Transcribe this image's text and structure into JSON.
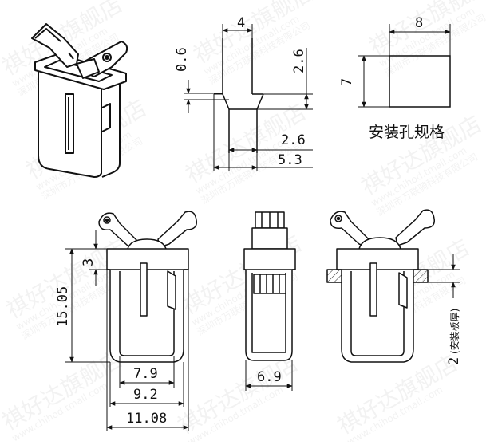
{
  "watermark": {
    "shop": "祺好达旗舰店",
    "url": "www.chihod.tmall.com",
    "company": "深圳市万联骑科技有限公司"
  },
  "hole_spec": {
    "title": "安装孔规格",
    "width": "8",
    "height": "7"
  },
  "top_view": {
    "dims": [
      "4",
      "0.6",
      "2.6",
      "2.6",
      "5.3"
    ]
  },
  "front_view": {
    "dims": [
      "3",
      "15.05",
      "7.9",
      "9.2",
      "11.08"
    ]
  },
  "side_view": {
    "dims": [
      "6.9"
    ]
  },
  "install_view": {
    "panel_thickness": "2",
    "panel_thickness_note": "(安装板厚)"
  }
}
